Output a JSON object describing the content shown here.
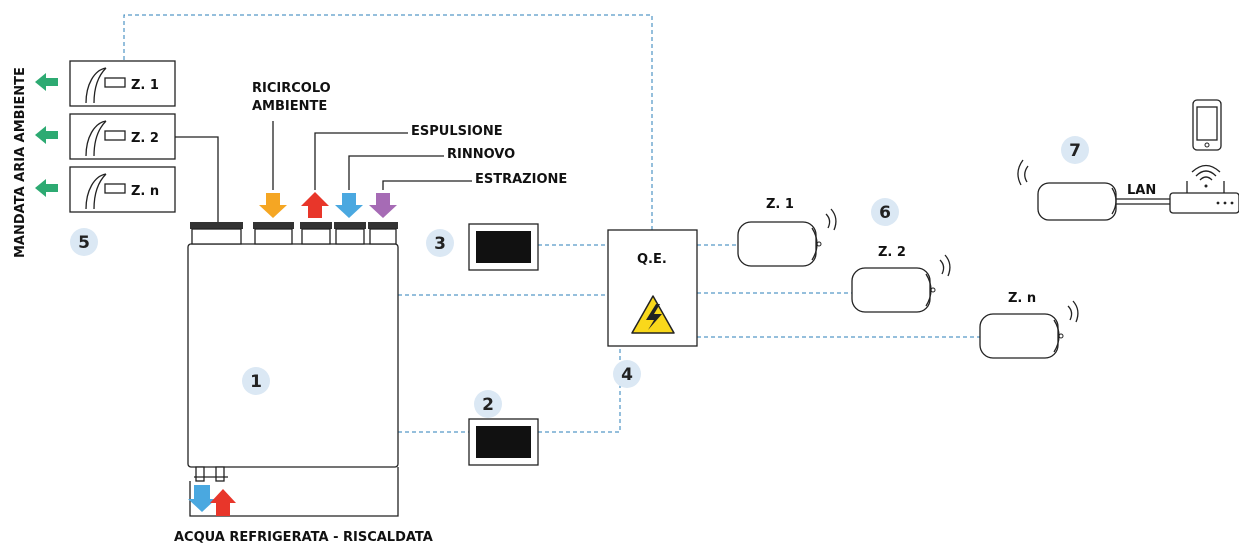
{
  "labels": {
    "mandata": "MANDATA ARIA AMBIENTE",
    "ricircolo_1": "RICIRCOLO",
    "ricircolo_2": "AMBIENTE",
    "espulsione": "ESPULSIONE",
    "rinnovo": "RINNOVO",
    "estrazione": "ESTRAZIONE",
    "acqua": "ACQUA REFRIGERATA - RISCALDATA",
    "qe": "Q.E.",
    "lan": "LAN"
  },
  "vents": [
    "Z. 1",
    "Z. 2",
    "Z. n"
  ],
  "sensors": [
    "Z. 1",
    "Z. 2",
    "Z. n"
  ],
  "numbers": [
    "1",
    "2",
    "3",
    "4",
    "5",
    "6",
    "7"
  ],
  "colors": {
    "green_arrow": "#2daa72",
    "orange_arrow": "#f5a623",
    "red_arrow": "#e8362a",
    "blue_arrow": "#4aa8e0",
    "purple_arrow": "#a66bb5",
    "badge": "#dbe8f4",
    "dashed_line": "#2b7fb8",
    "warning": "#f9d81b"
  },
  "icons": [
    "arrow-icon",
    "warning-icon",
    "smartphone-icon",
    "wifi-icon",
    "router-icon",
    "display-panel-icon"
  ]
}
